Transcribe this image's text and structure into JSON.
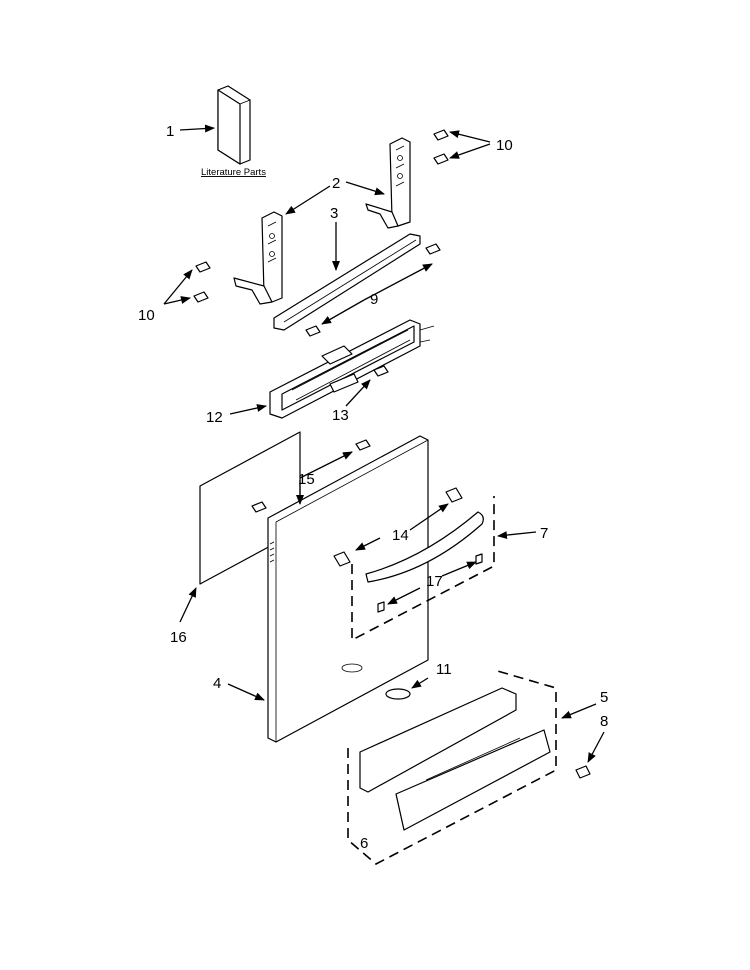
{
  "callouts": {
    "c1": "1",
    "c2": "2",
    "c3": "3",
    "c4": "4",
    "c5": "5",
    "c6": "6",
    "c7": "7",
    "c8": "8",
    "c9": "9",
    "c10a": "10",
    "c10b": "10",
    "c11": "11",
    "c12": "12",
    "c13": "13",
    "c14": "14",
    "c15": "15",
    "c16": "16",
    "c17": "17"
  },
  "literature_label": "Literature Parts"
}
